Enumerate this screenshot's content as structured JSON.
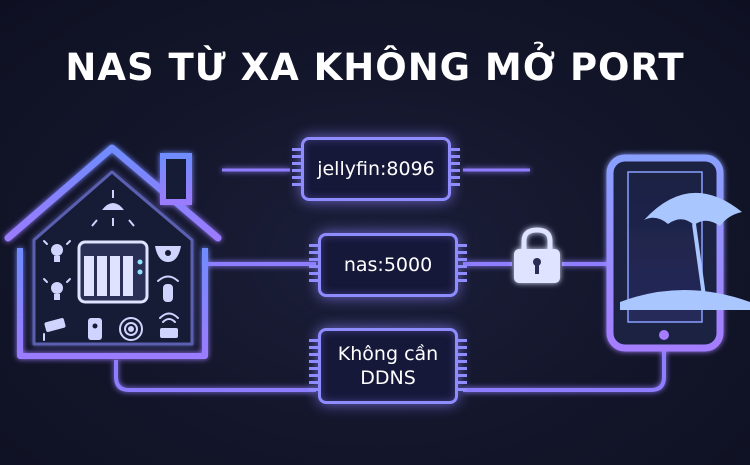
{
  "title": "NAS TỪ XA KHÔNG MỞ PORT",
  "chips": [
    {
      "label": "jellyfin:8096"
    },
    {
      "label": "nas:5000"
    },
    {
      "label_line1": "Không cần",
      "label_line2": "DDNS"
    }
  ],
  "icons": [
    "house-icon",
    "nas-device-icon",
    "lock-icon",
    "phone-icon",
    "beach-umbrella-icon"
  ],
  "colors": {
    "background": "#13152a",
    "glow": "#8f8cff",
    "accent": "#6a5cff",
    "text": "#ffffff"
  }
}
